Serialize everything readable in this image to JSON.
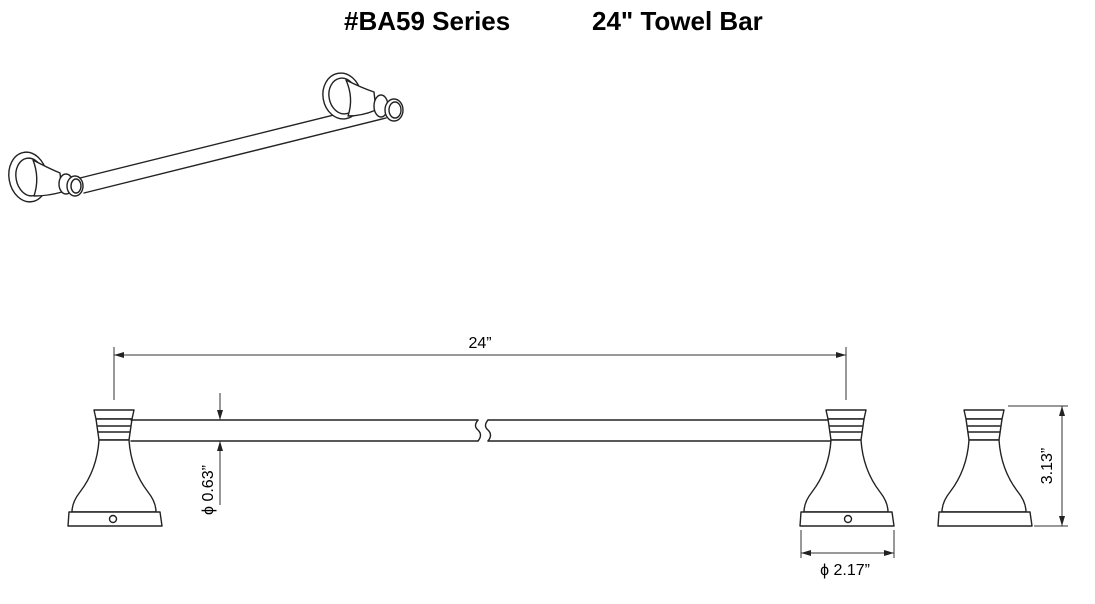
{
  "title": {
    "series": "#BA59 Series",
    "product": "24\" Towel Bar"
  },
  "dimensions": {
    "length": "24”",
    "bar_diameter": "ϕ 0.63”",
    "base_diameter": "ϕ 2.17”",
    "height": "3.13”"
  },
  "views": [
    "isometric-view",
    "front-view",
    "side-view"
  ]
}
